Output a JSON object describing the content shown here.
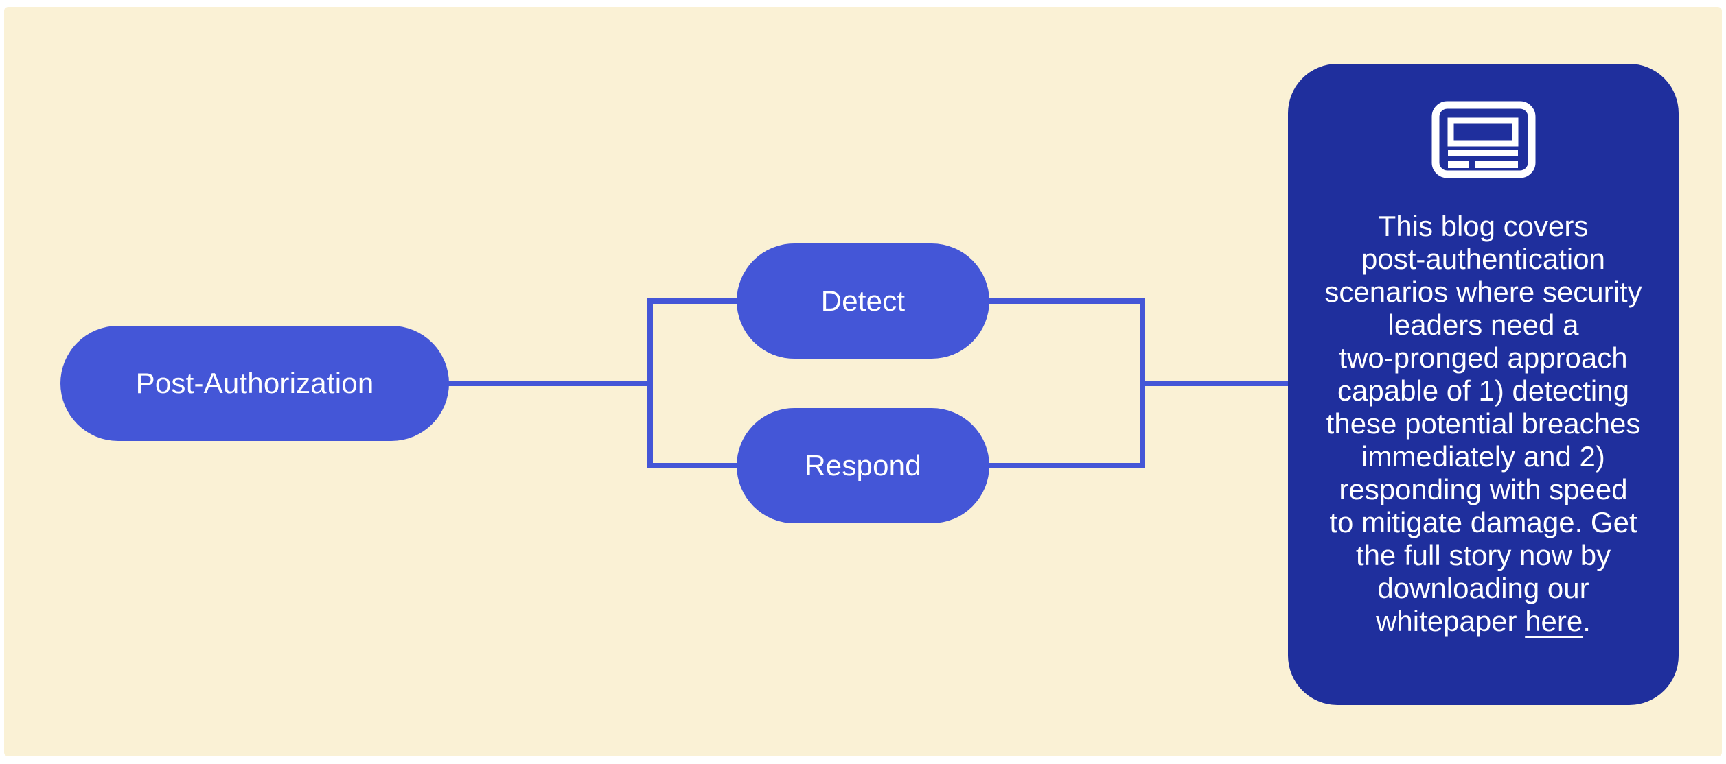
{
  "colors": {
    "accent": "#4456D7",
    "card": "#1F2F9D",
    "canvas": "#FAF1D5",
    "page": "#FFFFFF",
    "text_on_blue": "#FFFFFF"
  },
  "nodes": {
    "root": {
      "label": "Post-Authorization"
    },
    "branch_top": {
      "label": "Detect"
    },
    "branch_bottom": {
      "label": "Respond"
    }
  },
  "card": {
    "icon": "newspaper-icon",
    "lines": [
      "This blog covers",
      "post-authentication",
      "scenarios where security",
      "leaders need a",
      "two-pronged approach",
      "capable of 1) detecting",
      "these potential breaches",
      "immediately and 2)",
      "responding with speed",
      "to mitigate damage. Get",
      "the full story now by",
      "downloading our"
    ],
    "last_line": {
      "prefix": "whitepaper ",
      "link": "here",
      "suffix": "."
    }
  }
}
